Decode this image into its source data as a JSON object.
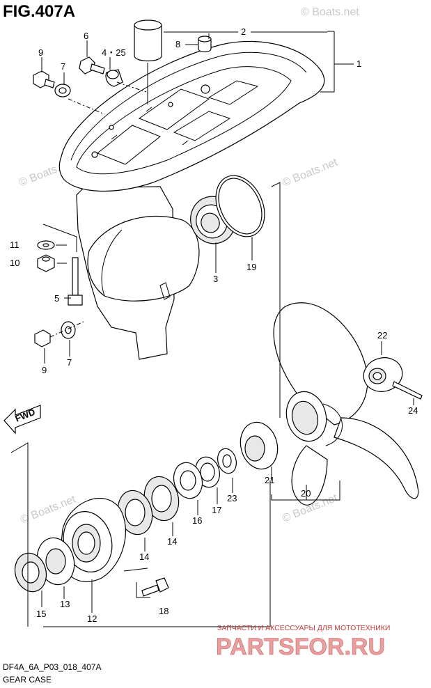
{
  "figure_title": "FIG.407A",
  "footer": {
    "code": "DF4A_6A_P03_018_407A",
    "name": "GEAR CASE"
  },
  "fwd_label": "FWD",
  "watermarks": {
    "boats": "© Boats.net",
    "shop_caption": "ЗАПЧАСТИ И АКСЕССУАРЫ ДЛЯ МОТОТЕХНИКИ",
    "shop_domain": "PARTSFOR.RU"
  },
  "callouts": {
    "c1": "1",
    "c2": "2",
    "c3": "3",
    "c4_25": "4・25",
    "c5": "5",
    "c6": "6",
    "c7a": "7",
    "c7b": "7",
    "c8": "8",
    "c9a": "9",
    "c9b": "9",
    "c10": "10",
    "c11": "11",
    "c12": "12",
    "c13": "13",
    "c14a": "14",
    "c14b": "14",
    "c15": "15",
    "c16": "16",
    "c17": "17",
    "c18": "18",
    "c19": "19",
    "c20": "20",
    "c21": "21",
    "c22": "22",
    "c23": "23",
    "c24": "24"
  },
  "colors": {
    "ink": "#000000",
    "watermark_grey": "#c8c8c8",
    "shop_red": "#c43a3a"
  }
}
